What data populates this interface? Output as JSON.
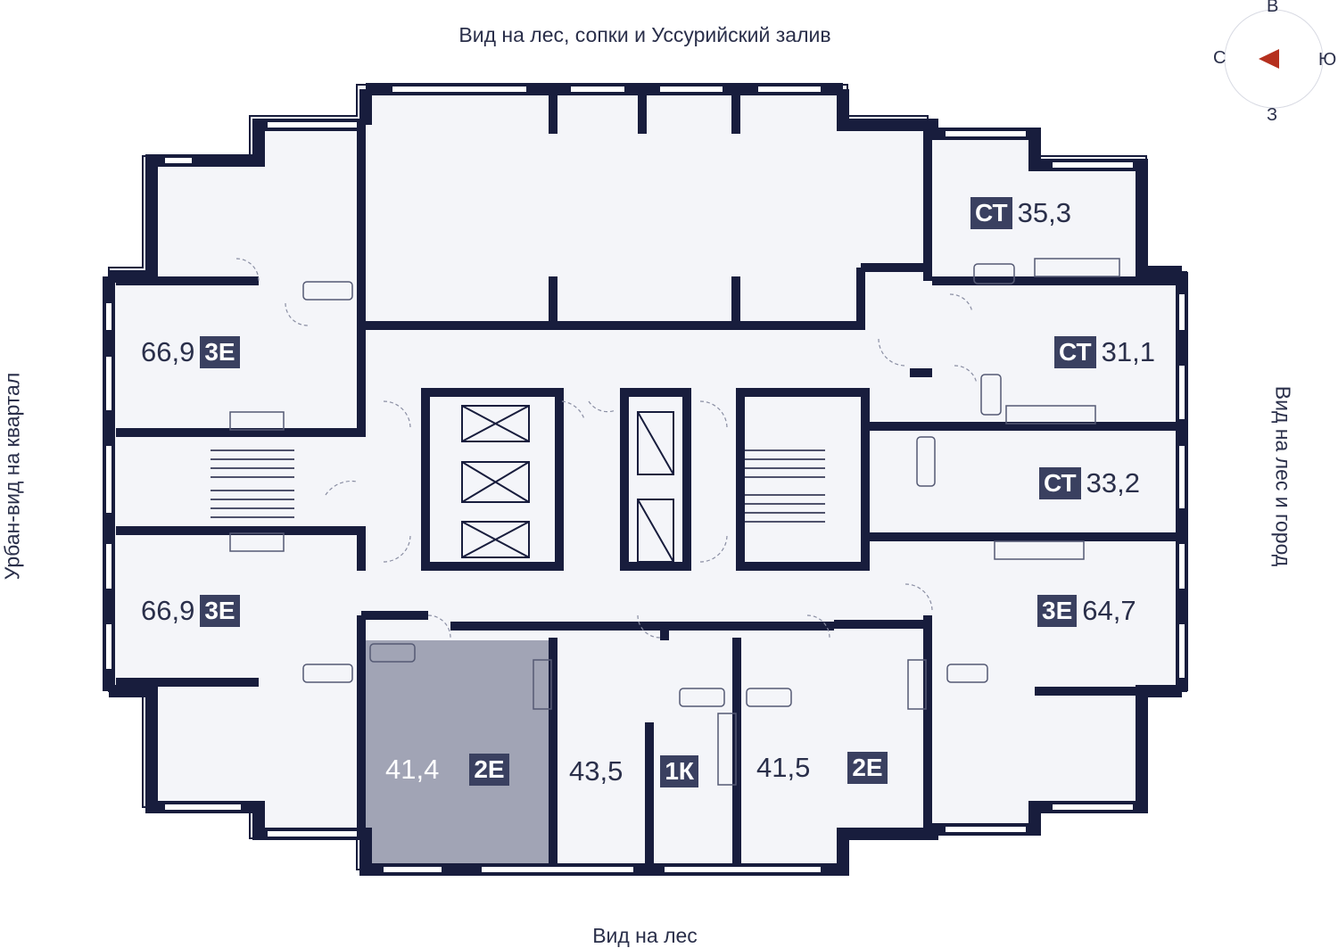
{
  "views": {
    "top": "Вид на лес, сопки и Уссурийский залив",
    "bottom": "Вид на лес",
    "left": "Урбан-вид на квартал",
    "right": "Вид на лес и город"
  },
  "compass": {
    "north": "В",
    "west": "С",
    "east": "Ю",
    "south": "З",
    "arrow_color": "#b5301e"
  },
  "colors": {
    "wall": "#181d3d",
    "floor": "#f4f5f9",
    "selected": "#a1a4b5",
    "tag": "#3a4060"
  },
  "apartments": [
    {
      "id": "a1",
      "type": "3Е",
      "area": "66,9"
    },
    {
      "id": "a2",
      "type": "3Е",
      "area": "66,9"
    },
    {
      "id": "a3",
      "type": "СТ",
      "area": "35,3"
    },
    {
      "id": "a4",
      "type": "СТ",
      "area": "31,1"
    },
    {
      "id": "a5",
      "type": "СТ",
      "area": "33,2"
    },
    {
      "id": "a6",
      "type": "3Е",
      "area": "64,7"
    },
    {
      "id": "a7",
      "type": "2Е",
      "area": "41,4",
      "selected": true
    },
    {
      "id": "a8",
      "type": "1К",
      "area": "43,5"
    },
    {
      "id": "a9",
      "type": "2Е",
      "area": "41,5"
    }
  ]
}
